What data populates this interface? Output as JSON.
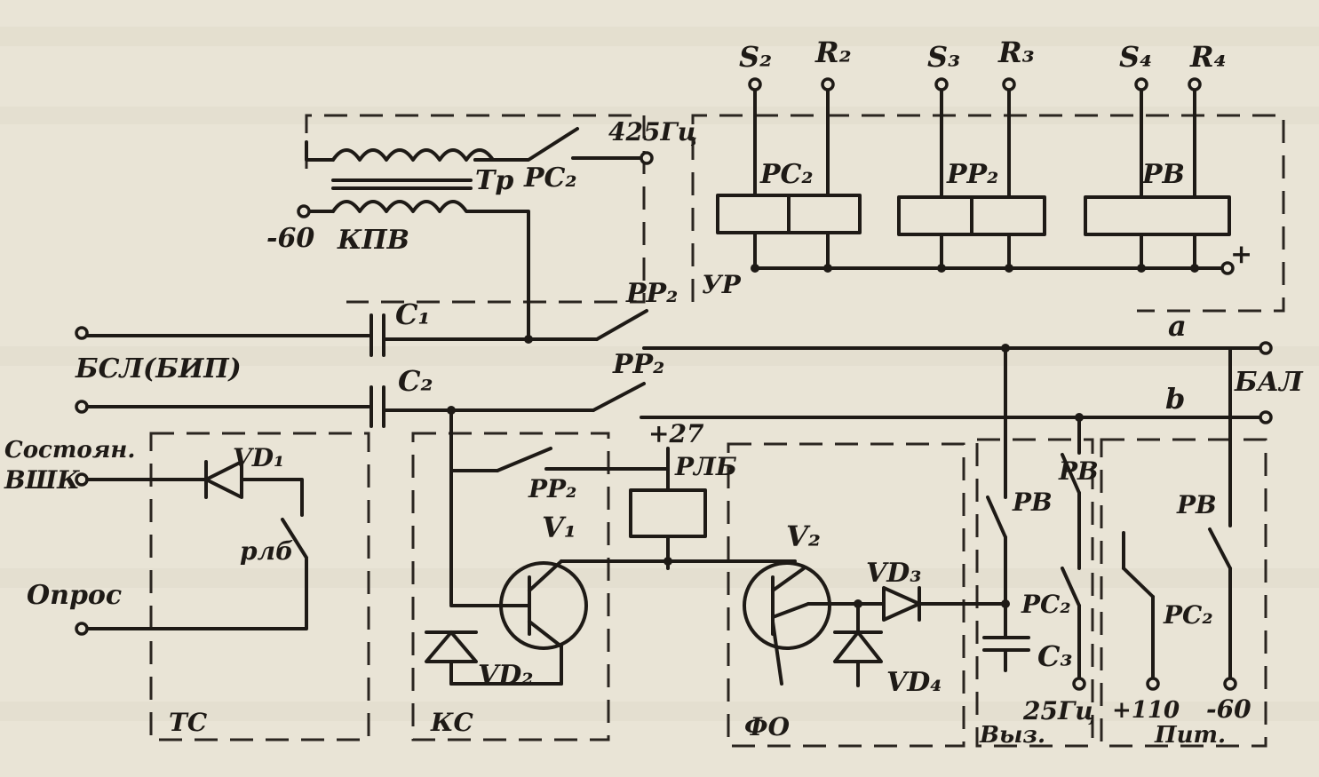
{
  "labels": {
    "s2": "S₂",
    "r2": "R₂",
    "s3": "S₃",
    "r3": "R₃",
    "s4": "S₄",
    "r4": "R₄",
    "f425": "425Гц",
    "tr": "Тр",
    "rc2_top": "РС₂",
    "rc2_relay": "РС₂",
    "pp2_relay": "РР₂",
    "pv_relay": "РВ",
    "plus": "+",
    "up": "УР",
    "minus60_left": "-60",
    "kpv": "КПВ",
    "pp2_a": "РР₂",
    "pp2_b": "РР₂",
    "pp2_c": "РР₂",
    "c1": "C₁",
    "c2": "C₂",
    "c3": "C₃",
    "bsl": "БСЛ(БИП)",
    "a": "a",
    "b": "b",
    "bal": "БАЛ",
    "state": "Состоян.",
    "vshk": "ВШК",
    "vd1": "VD₁",
    "vd2": "VD₂",
    "vd3": "VD₃",
    "vd4": "VD₄",
    "v1": "V₁",
    "v2": "V₂",
    "rlb_contact": "рлб",
    "rlb_relay": "РЛБ",
    "opros": "Опрос",
    "plus27": "+27",
    "pv_a": "РВ",
    "pv_b": "РВ",
    "pv_c": "РВ",
    "rc2_b": "РС₂",
    "rc2_c": "РС₂",
    "f25": "25Гц",
    "plus110": "+110",
    "minus60_right": "-60",
    "tc": "ТС",
    "kc": "КС",
    "fo": "ФО",
    "vyz": "Выз.",
    "pit": "Пит."
  }
}
